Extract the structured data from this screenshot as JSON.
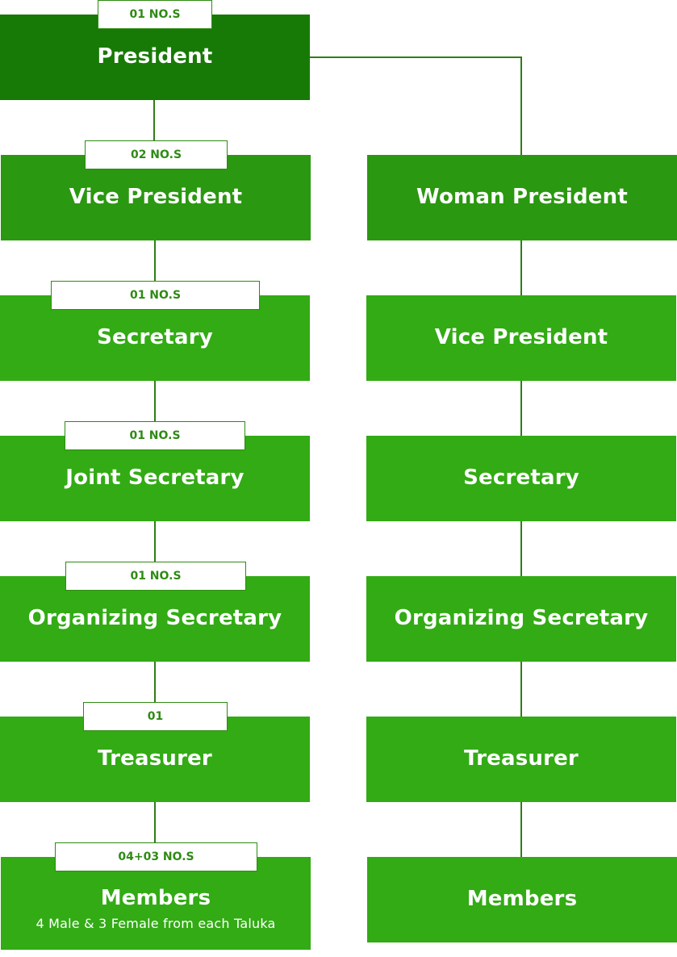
{
  "colors": {
    "president": "#187a06",
    "second_row": "#2a9810",
    "lower_rows": "#32ab14",
    "connector": "#2f7d16",
    "badge_text": "#2f8a14"
  },
  "left_column": [
    {
      "title": "President",
      "count": "01 NO.S"
    },
    {
      "title": "Vice President",
      "count": "02 NO.S"
    },
    {
      "title": "Secretary",
      "count": "01 NO.S"
    },
    {
      "title": "Joint Secretary",
      "count": "01 NO.S"
    },
    {
      "title": "Organizing Secretary",
      "count": "01 NO.S"
    },
    {
      "title": "Treasurer",
      "count": "01"
    },
    {
      "title": "Members",
      "subtitle": "4 Male & 3 Female from each Taluka",
      "count": "04+03 NO.S"
    }
  ],
  "right_column": [
    {
      "title": "Woman President"
    },
    {
      "title": "Vice President"
    },
    {
      "title": "Secretary"
    },
    {
      "title": "Organizing Secretary"
    },
    {
      "title": "Treasurer"
    },
    {
      "title": "Members"
    }
  ]
}
